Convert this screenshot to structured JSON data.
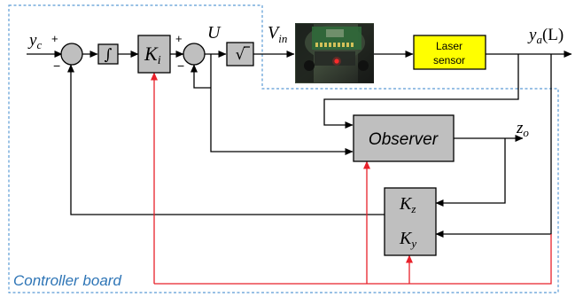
{
  "signals": {
    "input": "y",
    "input_sub": "c",
    "control": "U",
    "voltage": "V",
    "voltage_sub": "in",
    "output": "y",
    "output_sub": "a",
    "output_arg": "(L)",
    "observer_out": "z",
    "observer_out_sub": "o"
  },
  "signs": {
    "sum1_plus": "+",
    "sum1_minus": "−",
    "sum2_plus": "+",
    "sum2_minus": "−"
  },
  "blocks": {
    "integrator": "∫",
    "gain": "K",
    "gain_sub": "i",
    "sqrt": "√",
    "sensor_line1": "Laser",
    "sensor_line2": "sensor",
    "observer": "Observer",
    "kz": "K",
    "kz_sub": "z",
    "ky": "K",
    "ky_sub": "y"
  },
  "board_label": "Controller board",
  "colors": {
    "block_fill": "#bfbfbf",
    "sensor_fill": "#ffff00",
    "tuning_line": "#e8202a",
    "board_border": "#5b9bd5",
    "board_label": "#2e75b6"
  }
}
